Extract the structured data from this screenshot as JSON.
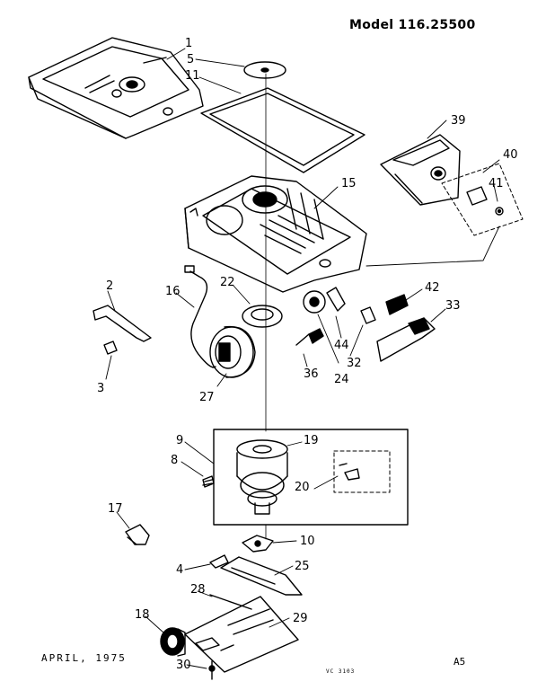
{
  "title": "Model 116.25500",
  "footer": {
    "date": "APRIL, 1975",
    "page": "A5",
    "code": "VC 3103"
  },
  "parts": {
    "p1": "1",
    "p2": "2",
    "p3": "3",
    "p4": "4",
    "p5": "5",
    "p8": "8",
    "p9": "9",
    "p10": "10",
    "p11": "11",
    "p15": "15",
    "p16": "16",
    "p17": "17",
    "p18": "18",
    "p19": "19",
    "p20": "20",
    "p22": "22",
    "p24": "24",
    "p25": "25",
    "p27": "27",
    "p28": "28",
    "p29": "29",
    "p30": "30",
    "p32": "32",
    "p33": "33",
    "p36": "36",
    "p39": "39",
    "p40": "40",
    "p41": "41",
    "p42": "42",
    "p44": "44"
  }
}
